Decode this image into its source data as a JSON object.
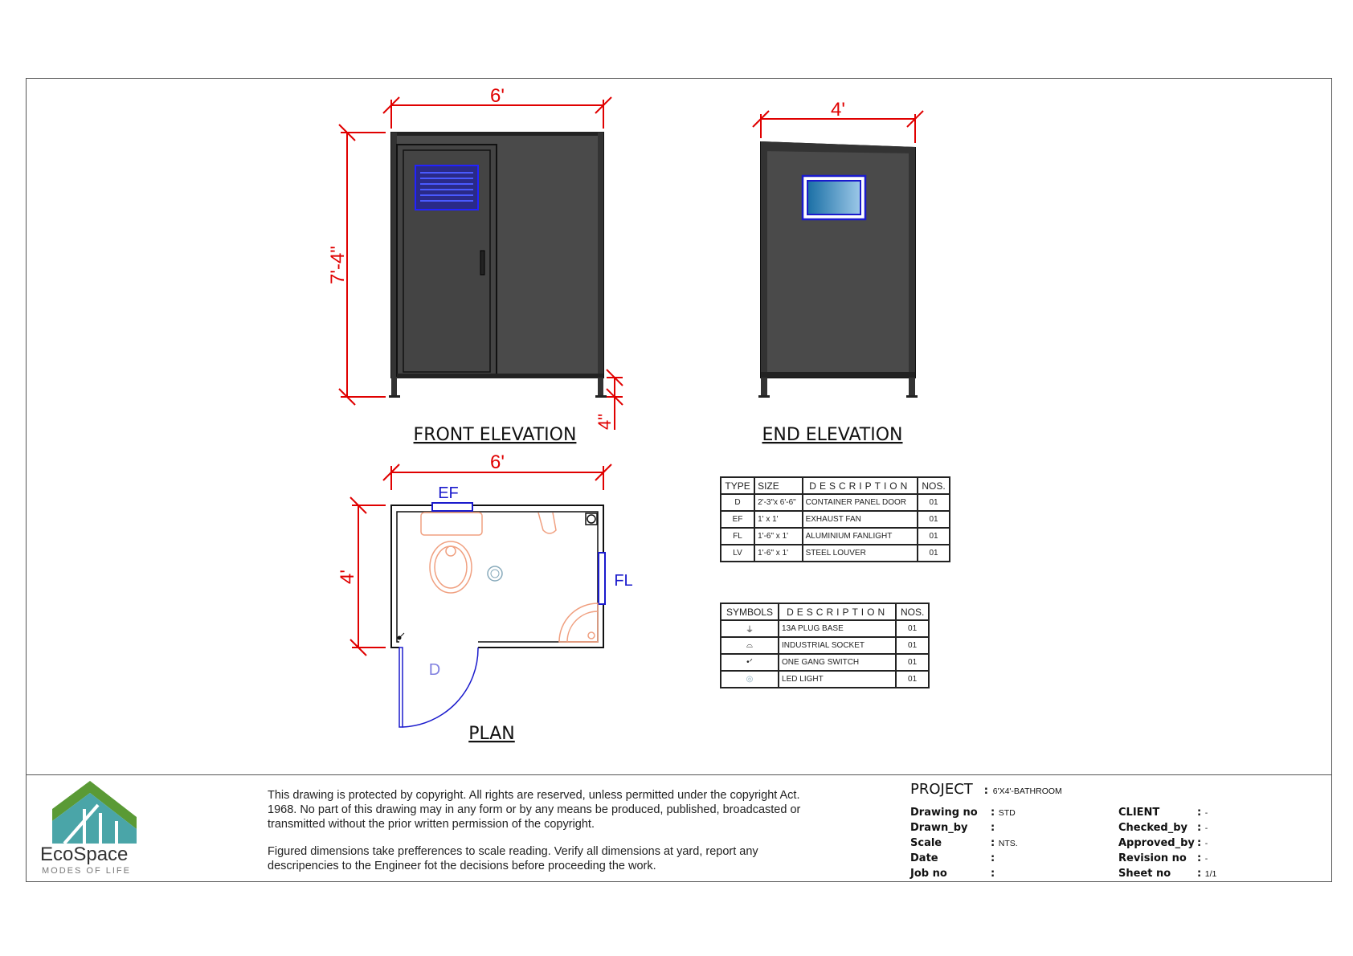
{
  "drawings": {
    "front_elevation": {
      "title": "FRONT ELEVATION",
      "width_dim": "6'",
      "height_dim": "7'-4\"",
      "leg_dim": "4\""
    },
    "end_elevation": {
      "title": "END ELEVATION",
      "width_dim": "4'"
    },
    "plan": {
      "title": "PLAN",
      "width_dim": "6'",
      "depth_dim": "4'",
      "labels": {
        "ef": "EF",
        "fl": "FL",
        "door": "D"
      }
    }
  },
  "openings_schedule": {
    "headers": [
      "TYPE",
      "SIZE",
      "DESCRIPTION",
      "NOS."
    ],
    "rows": [
      {
        "type": "D",
        "size": "2'-3\"x 6'-6\"",
        "description": "CONTAINER PANEL DOOR",
        "nos": "01"
      },
      {
        "type": "EF",
        "size": "1' x 1'",
        "description": "EXHAUST FAN",
        "nos": "01"
      },
      {
        "type": "FL",
        "size": "1'-6\" x 1'",
        "description": "ALUMINIUM FANLIGHT",
        "nos": "01"
      },
      {
        "type": "LV",
        "size": "1'-6\" x 1'",
        "description": "STEEL LOUVER",
        "nos": "01"
      }
    ]
  },
  "symbols_schedule": {
    "headers": [
      "SYMBOLS",
      "DESCRIPTION",
      "NOS."
    ],
    "rows": [
      {
        "symbol": "plug-base-symbol",
        "description": "13A PLUG BASE",
        "nos": "01"
      },
      {
        "symbol": "industrial-socket-symbol",
        "description": "INDUSTRIAL SOCKET",
        "nos": "01"
      },
      {
        "symbol": "one-gang-switch-symbol",
        "description": "ONE GANG SWITCH",
        "nos": "01"
      },
      {
        "symbol": "led-light-symbol",
        "description": "LED LIGHT",
        "nos": "01"
      }
    ]
  },
  "logo": {
    "name": "EcoSpace",
    "tagline": "MODES OF LIFE"
  },
  "copyright": {
    "p1": "This drawing is protected by copyright. All rights are reserved, unless permitted under the copyright Act. 1968. No part of this drawing may in any form or by any means  be produced, published, broadcasted or transmitted without the prior written permission of the copyright.",
    "p2": "Figured dimensions take prefferences to scale reading. Verify all dimensions at yard, report any descripencies to the Engineer fot the decisions before proceeding the work."
  },
  "title_block": {
    "project_label": "PROJECT",
    "project": "6'X4'-BATHROOM",
    "left": [
      {
        "label": "Drawing no",
        "value": "STD"
      },
      {
        "label": "Drawn_by",
        "value": ""
      },
      {
        "label": "Scale",
        "value": "NTS."
      },
      {
        "label": "Date",
        "value": ""
      },
      {
        "label": "Job no",
        "value": ""
      }
    ],
    "right": [
      {
        "label": "CLIENT",
        "value": "-"
      },
      {
        "label": "Checked_by",
        "value": "-"
      },
      {
        "label": "Approved_by",
        "value": "-"
      },
      {
        "label": "Revision no",
        "value": "-"
      },
      {
        "label": "Sheet no",
        "value": "1/1"
      }
    ]
  },
  "colors": {
    "dimension": "#e00000",
    "panel": "#4a4a4a",
    "window": "#1a1acc",
    "fixture": "#f0a080"
  }
}
